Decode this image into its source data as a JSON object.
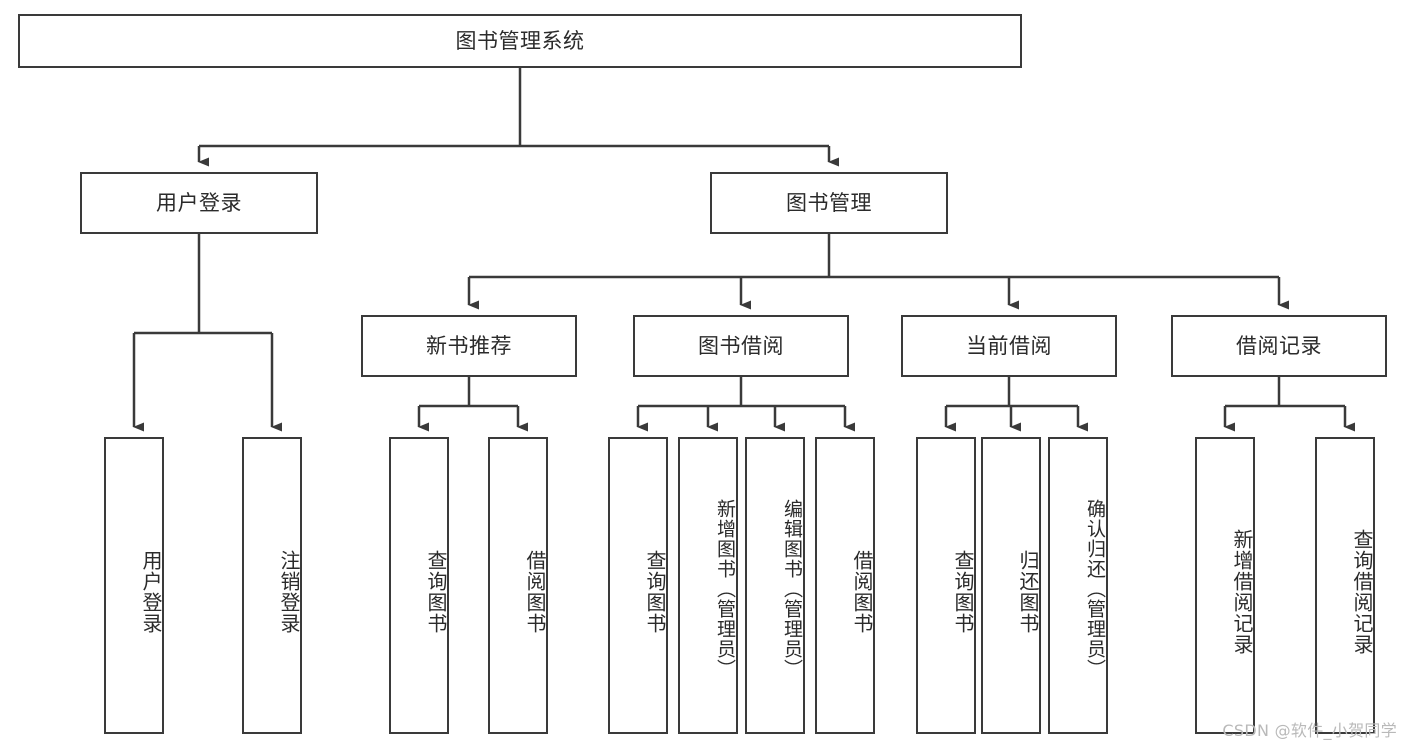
{
  "diagram": {
    "title": "图书管理系统",
    "type": "tree-hierarchy-chart",
    "root": {
      "label": "图书管理系统"
    },
    "level2": [
      {
        "label": "用户登录"
      },
      {
        "label": "图书管理"
      }
    ],
    "level3": [
      {
        "label": "新书推荐"
      },
      {
        "label": "图书借阅"
      },
      {
        "label": "当前借阅"
      },
      {
        "label": "借阅记录"
      }
    ],
    "leaves": {
      "user_login": [
        {
          "label": "用户登录"
        },
        {
          "label": "注销登录"
        }
      ],
      "new_book_recommend": [
        {
          "label": "查询图书"
        },
        {
          "label": "借阅图书"
        }
      ],
      "book_borrow": [
        {
          "label": "查询图书"
        },
        {
          "label": "新增图书（管理员）"
        },
        {
          "label": "编辑图书（管理员）"
        },
        {
          "label": "借阅图书"
        }
      ],
      "current_borrow": [
        {
          "label": "查询图书"
        },
        {
          "label": "归还图书"
        },
        {
          "label": "确认归还（管理员）"
        }
      ],
      "borrow_record": [
        {
          "label": "新增借阅记录"
        },
        {
          "label": "查询借阅记录"
        }
      ]
    }
  },
  "watermark": {
    "text": "CSDN @软件_小贺同学"
  },
  "colors": {
    "stroke": "#3a3a3a",
    "text": "#2b2b2b",
    "background": "#ffffff",
    "watermark": "#b9b9b9"
  }
}
